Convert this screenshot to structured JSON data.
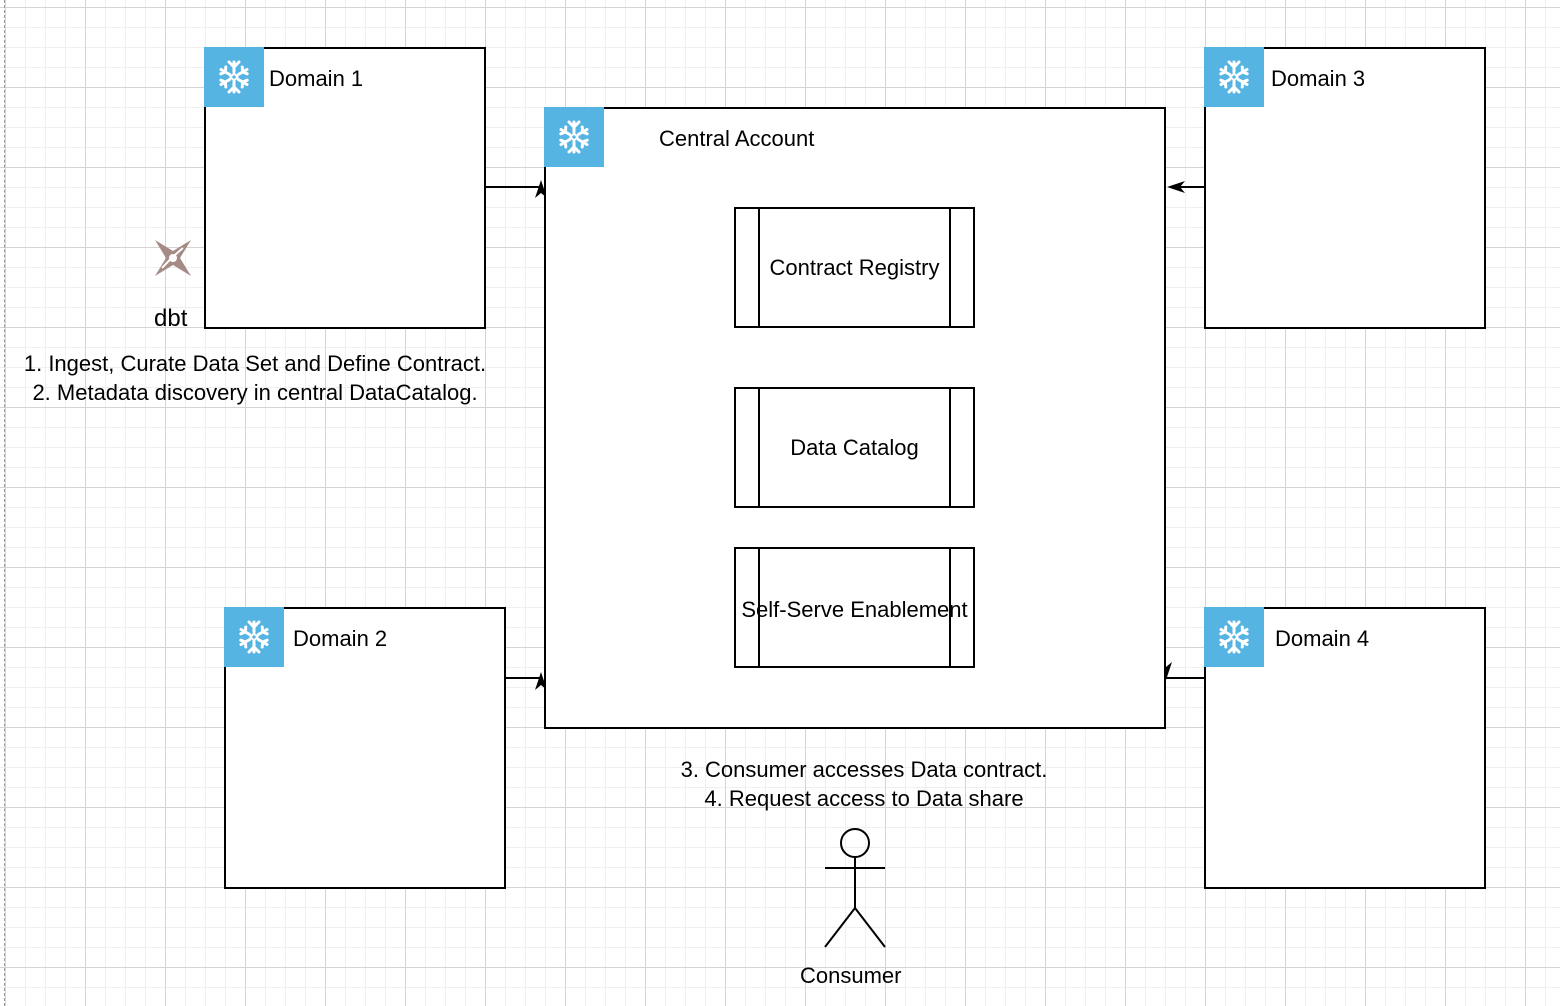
{
  "diagram": {
    "central": {
      "title": "Central Account",
      "components": [
        "Contract Registry",
        "Data Catalog",
        "Self-Serve Enablement"
      ]
    },
    "domains": [
      "Domain 1",
      "Domain 2",
      "Domain 3",
      "Domain 4"
    ],
    "dbt_label": "dbt",
    "notes": {
      "producer_step_1": "1. Ingest, Curate Data Set and Define Contract.",
      "producer_step_2": "2. Metadata discovery in central DataCatalog.",
      "consumer_step_3": "3. Consumer accesses Data contract.",
      "consumer_step_4": "4. Request access to Data share"
    },
    "consumer_label": "Consumer",
    "icons": {
      "account_badge": "snowflake-icon",
      "tool": "dbt-logo-icon",
      "actor": "stick-figure-icon"
    },
    "colors": {
      "snowflake_badge": "#56b4e3",
      "dbt_logo": "#a58a85",
      "stroke": "#000000"
    }
  }
}
